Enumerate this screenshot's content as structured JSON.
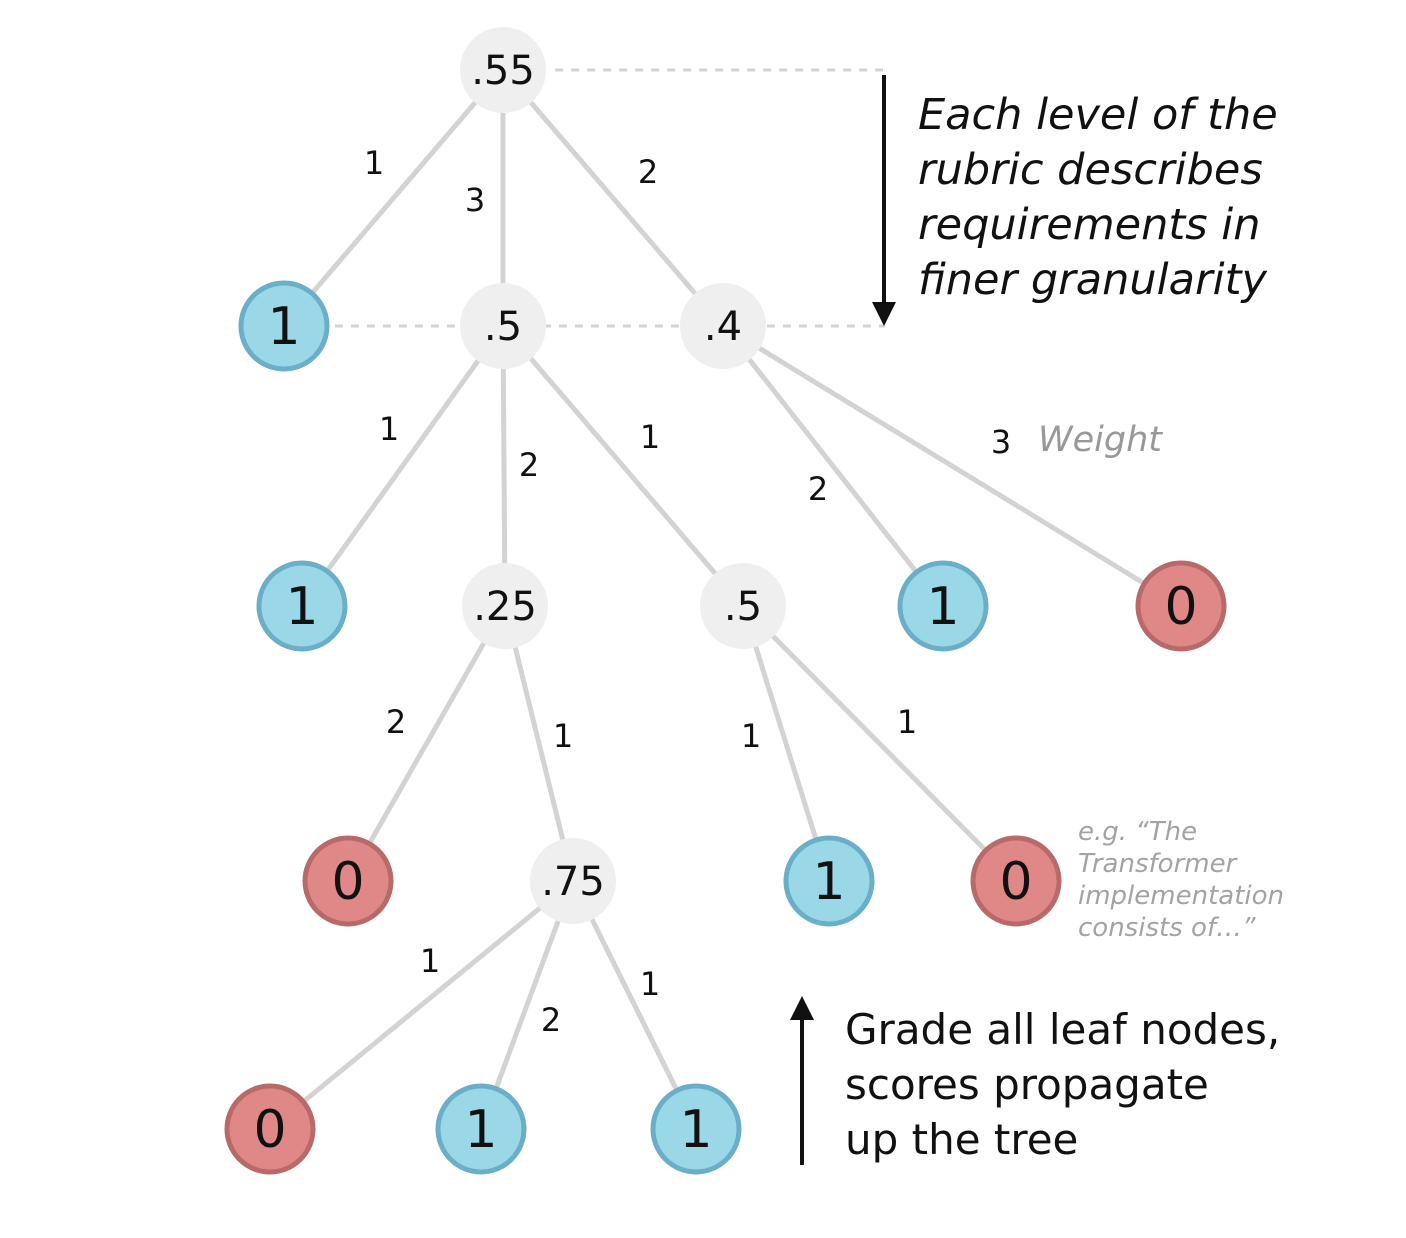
{
  "nodes": [
    {
      "id": "root",
      "label": ".55",
      "kind": "internal"
    },
    {
      "id": "l1a",
      "label": "1",
      "kind": "pass"
    },
    {
      "id": "l1b",
      "label": ".5",
      "kind": "internal"
    },
    {
      "id": "l1c",
      "label": ".4",
      "kind": "internal"
    },
    {
      "id": "l2a",
      "label": "1",
      "kind": "pass"
    },
    {
      "id": "l2b",
      "label": ".25",
      "kind": "internal"
    },
    {
      "id": "l2c",
      "label": ".5",
      "kind": "internal"
    },
    {
      "id": "l2d",
      "label": "1",
      "kind": "pass"
    },
    {
      "id": "l2e",
      "label": "0",
      "kind": "fail"
    },
    {
      "id": "l3a",
      "label": "0",
      "kind": "fail"
    },
    {
      "id": "l3b",
      "label": ".75",
      "kind": "internal"
    },
    {
      "id": "l3c",
      "label": "1",
      "kind": "pass"
    },
    {
      "id": "l3d",
      "label": "0",
      "kind": "fail"
    },
    {
      "id": "l4a",
      "label": "0",
      "kind": "fail"
    },
    {
      "id": "l4b",
      "label": "1",
      "kind": "pass"
    },
    {
      "id": "l4c",
      "label": "1",
      "kind": "pass"
    }
  ],
  "edges": [
    {
      "from": "root",
      "to": "l1a",
      "weight": "1"
    },
    {
      "from": "root",
      "to": "l1b",
      "weight": "3"
    },
    {
      "from": "root",
      "to": "l1c",
      "weight": "2"
    },
    {
      "from": "l1b",
      "to": "l2a",
      "weight": "1"
    },
    {
      "from": "l1b",
      "to": "l2b",
      "weight": "2"
    },
    {
      "from": "l1b",
      "to": "l2c",
      "weight": "1"
    },
    {
      "from": "l1c",
      "to": "l2d",
      "weight": "2"
    },
    {
      "from": "l1c",
      "to": "l2e",
      "weight": "3"
    },
    {
      "from": "l2b",
      "to": "l3a",
      "weight": "2"
    },
    {
      "from": "l2b",
      "to": "l3b",
      "weight": "1"
    },
    {
      "from": "l2c",
      "to": "l3c",
      "weight": "1"
    },
    {
      "from": "l2c",
      "to": "l3d",
      "weight": "1"
    },
    {
      "from": "l3b",
      "to": "l4a",
      "weight": "1"
    },
    {
      "from": "l3b",
      "to": "l4b",
      "weight": "2"
    },
    {
      "from": "l3b",
      "to": "l4c",
      "weight": "1"
    }
  ],
  "colors": {
    "internal_fill": "#efefef",
    "pass_fill": "#9ad8e8",
    "pass_stroke": "#6aaec8",
    "fail_fill": "#e08888",
    "fail_stroke": "#b86a6a",
    "edge": "#d3d3d3"
  },
  "annotations": {
    "top_note": [
      "Each level of the",
      "rubric describes",
      "requirements in",
      "finer granularity"
    ],
    "bottom_note": [
      "Grade all leaf nodes,",
      "scores propagate",
      "up the tree"
    ],
    "weight_label": "Weight",
    "example_label": [
      "e.g. “The",
      "Transformer",
      "implementation",
      "consists of…”"
    ]
  },
  "arrows": {
    "top": {
      "direction": "down"
    },
    "bottom": {
      "direction": "up"
    }
  }
}
